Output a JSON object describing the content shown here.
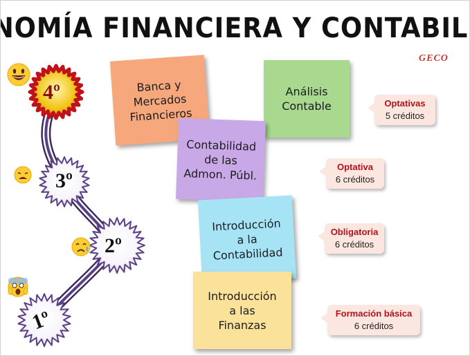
{
  "title": "ECONOMÍA FINANCIERA Y CONTABILIDAD",
  "author": "GECO",
  "levels": [
    {
      "label": "4º",
      "emoji": "grinning-face-icon"
    },
    {
      "label": "3º",
      "emoji": "weary-face-icon"
    },
    {
      "label": "2º",
      "emoji": "sad-sweat-face-icon"
    },
    {
      "label": "1º",
      "emoji": "screaming-face-icon"
    }
  ],
  "subjects": [
    {
      "text": "Banca y\nMercados\nFinancieros",
      "color": "#f7a77c"
    },
    {
      "text": "Análisis\nContable",
      "color": "#a8d98f"
    },
    {
      "text": "Contabilidad\nde las\nAdmon. Públ.",
      "color": "#c8a8e6"
    },
    {
      "text": "Introducción\na la\nContabilidad",
      "color": "#a6e3f5"
    },
    {
      "text": "Introducción\na las\nFinanzas",
      "color": "#fbe29b"
    }
  ],
  "tags": [
    {
      "type": "Optativas",
      "credits": "5 créditos"
    },
    {
      "type": "Optativa",
      "credits": "6 créditos"
    },
    {
      "type": "Obligatoria",
      "credits": "6 créditos"
    },
    {
      "type": "Formación básica",
      "credits": "6 créditos"
    }
  ]
}
